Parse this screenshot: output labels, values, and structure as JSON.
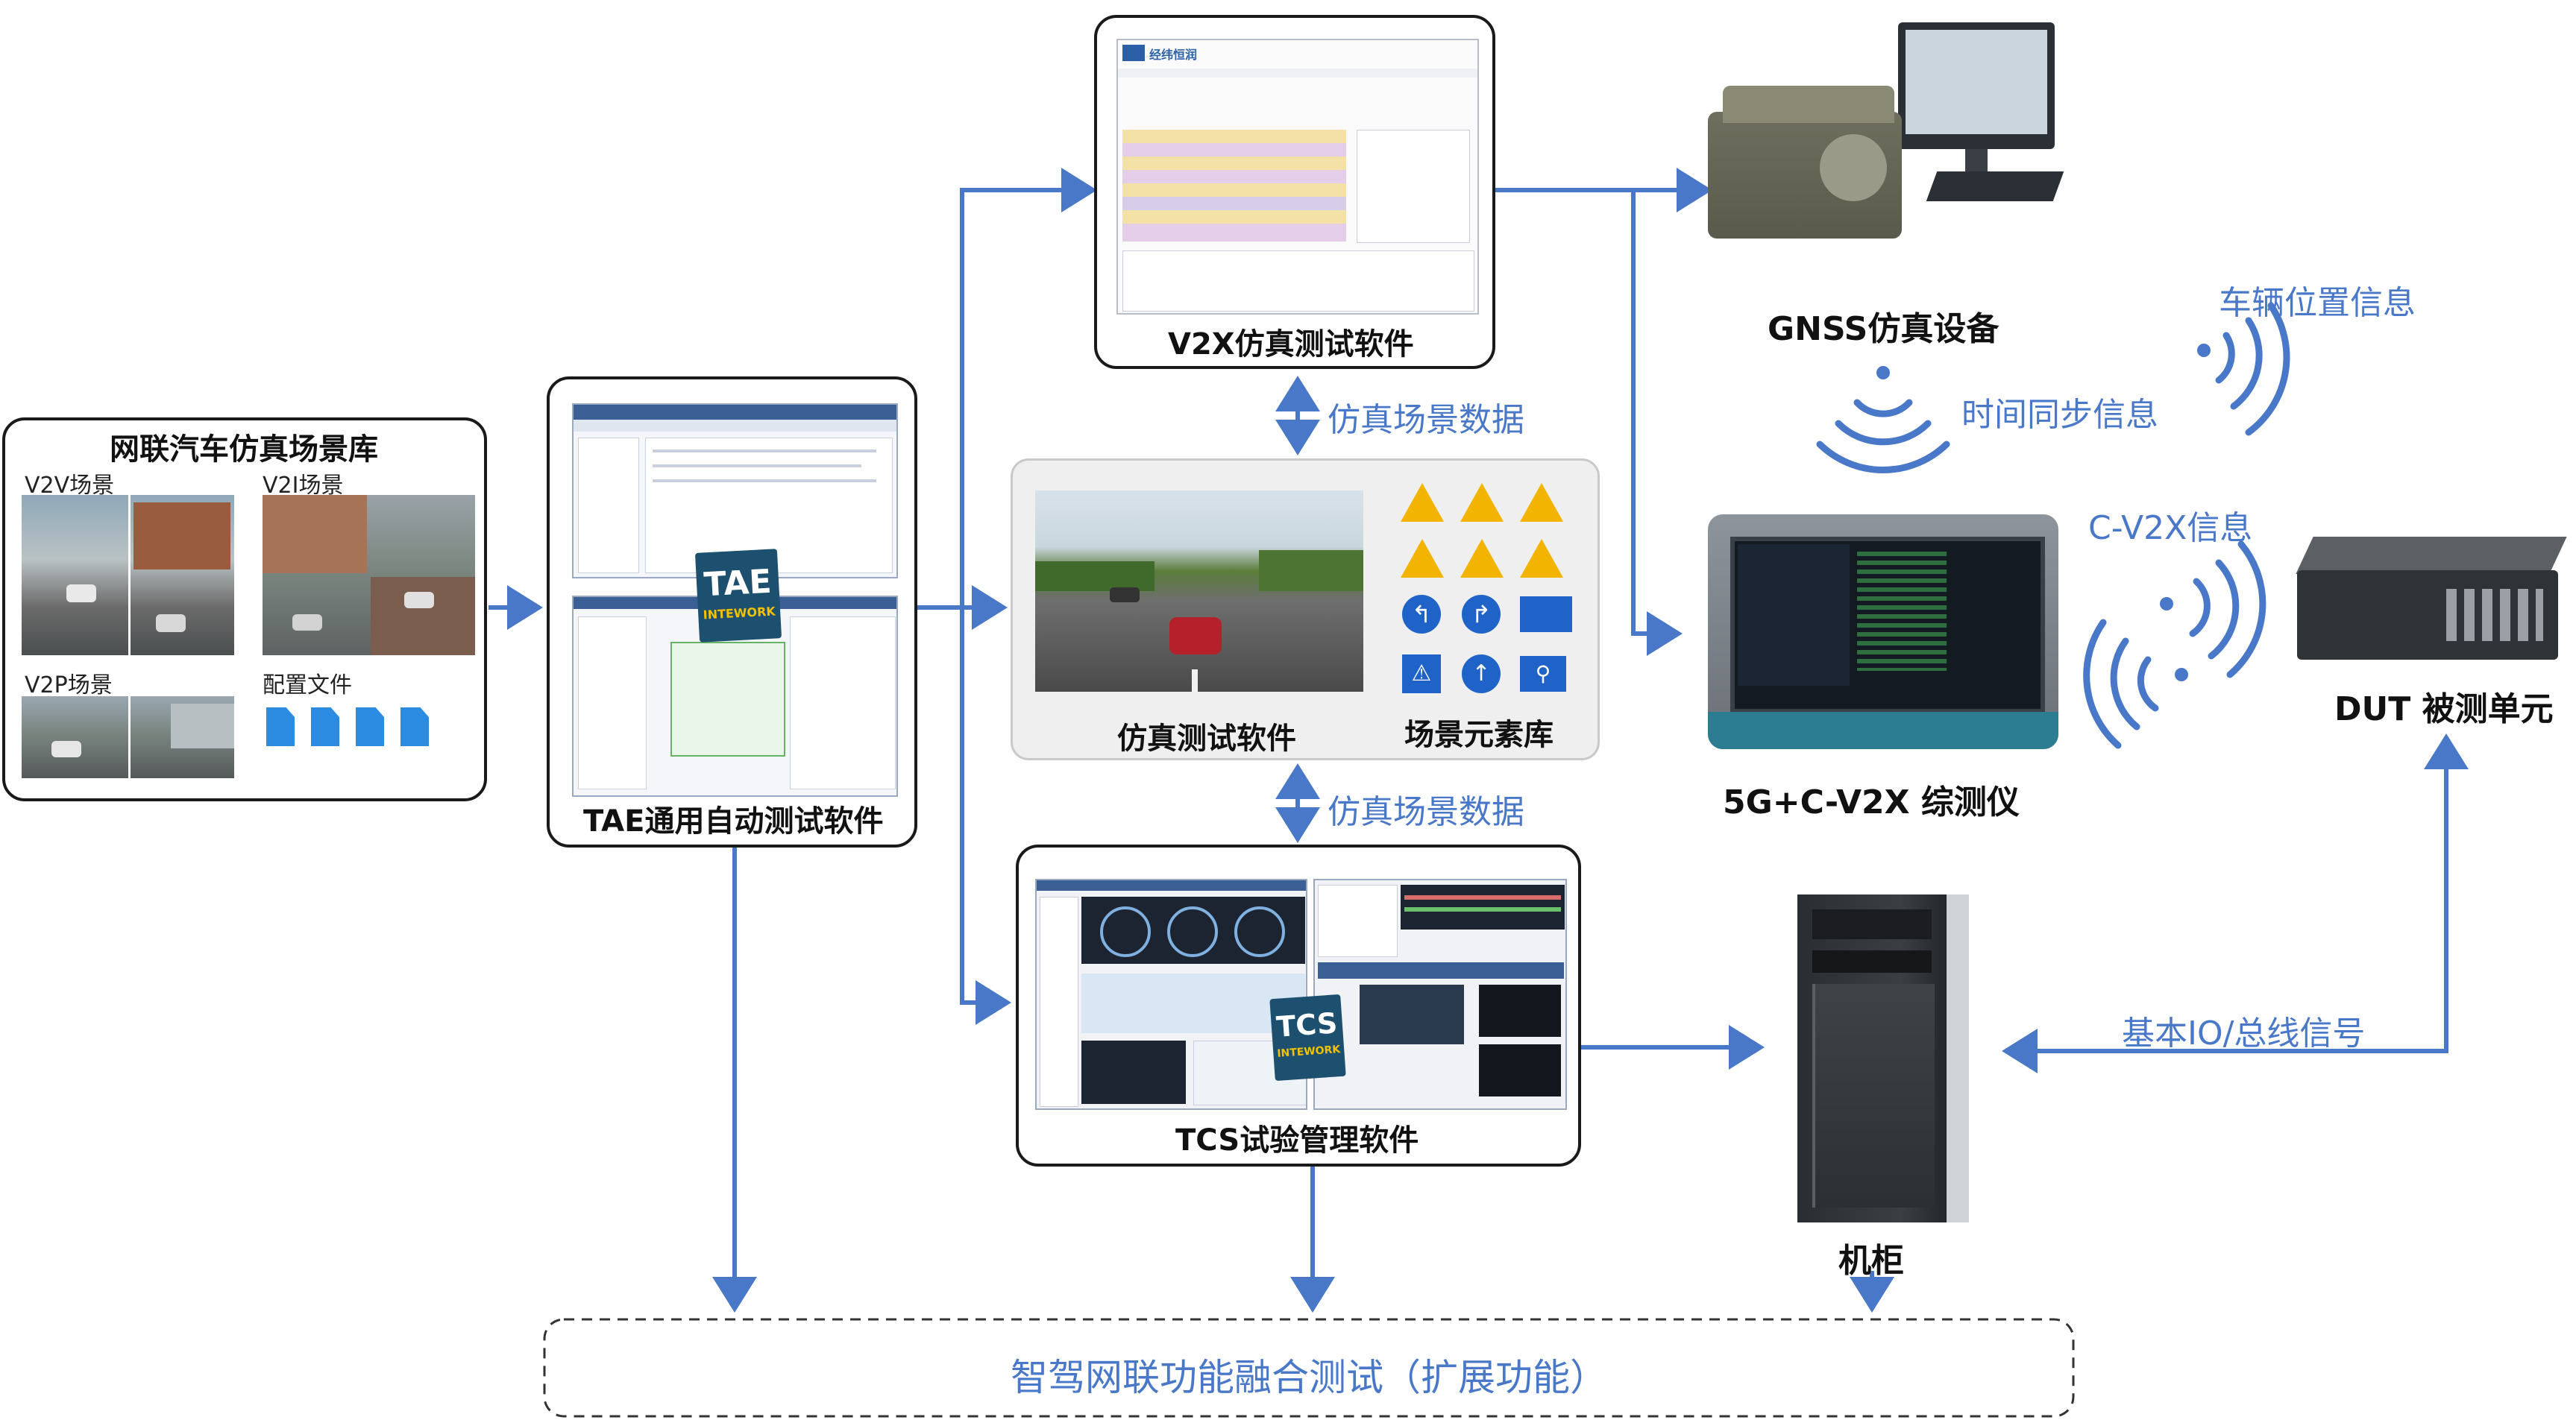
{
  "colors": {
    "arrow": "#4a78c9",
    "label_blue": "#4a78c9",
    "box_border": "#1a1a1a",
    "scene_box_bg": "#efefef",
    "doc_icon": "#2a8be0"
  },
  "scene_library": {
    "title": "网联汽车仿真场景库",
    "v2v": "V2V场景",
    "v2i": "V2I场景",
    "v2p": "V2P场景",
    "config": "配置文件"
  },
  "tae": {
    "caption": "TAE通用自动测试软件",
    "logo_main": "TAE",
    "logo_sub": "INTEWORK"
  },
  "v2x_soft": {
    "caption": "V2X仿真测试软件",
    "brand": "经纬恒润"
  },
  "sim": {
    "caption": "仿真测试软件",
    "elements_caption": "场景元素库"
  },
  "tcs": {
    "caption": "TCS试验管理软件",
    "logo_main": "TCS",
    "logo_sub": "INTEWORK"
  },
  "gnss": {
    "caption": "GNSS仿真设备"
  },
  "tester": {
    "caption": "5G+C-V2X 综测仪"
  },
  "dut": {
    "caption": "DUT 被测单元"
  },
  "cabinet": {
    "caption": "机柜"
  },
  "signals": {
    "sim_data_top": "仿真场景数据",
    "sim_data_bottom": "仿真场景数据",
    "vehicle_pos": "车辆位置信息",
    "time_sync": "时间同步信息",
    "cv2x": "C-V2X信息",
    "io_bus": "基本IO/总线信号"
  },
  "fusion_test": "智驾网联功能融合测试（扩展功能）",
  "icons": [
    "document-icon",
    "warning-sign-icon",
    "direction-sign-icon",
    "pedestrian-sign-icon",
    "bicycle-sign-icon",
    "wireless-signal-icon",
    "tae-logo-icon",
    "tcs-logo-icon"
  ]
}
